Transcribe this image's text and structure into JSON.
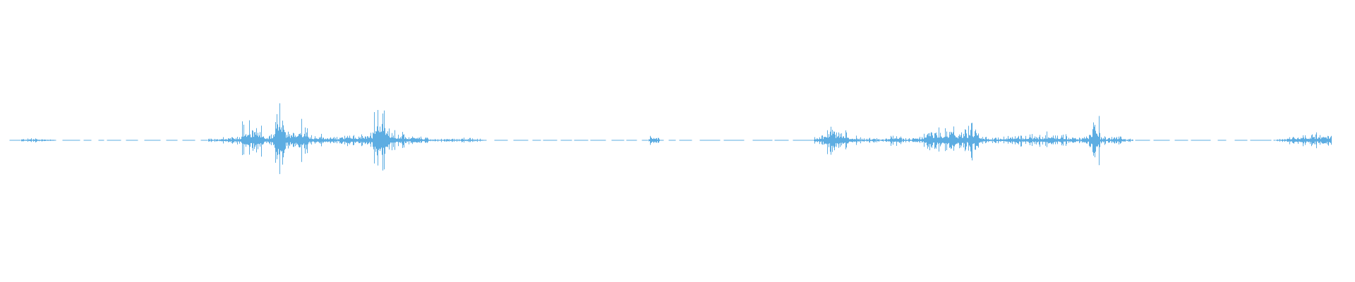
{
  "chart_data": {
    "type": "area",
    "kind": "audio-waveform",
    "title": "",
    "xlabel": "",
    "ylabel": "",
    "ylim": [
      -1,
      1
    ],
    "grid": false,
    "legend": "none",
    "color": "#5dade2",
    "background": "#ffffff",
    "envelope_bins": 120,
    "envelope": [
      0.005,
      0.015,
      0.015,
      0.01,
      0.004,
      0.004,
      0.004,
      0.004,
      0.004,
      0.004,
      0.004,
      0.004,
      0.004,
      0.004,
      0.004,
      0.004,
      0.004,
      0.004,
      0.01,
      0.02,
      0.03,
      0.12,
      0.1,
      0.03,
      0.25,
      0.05,
      0.15,
      0.04,
      0.04,
      0.02,
      0.05,
      0.05,
      0.04,
      0.3,
      0.1,
      0.05,
      0.03,
      0.03,
      0.01,
      0.015,
      0.01,
      0.02,
      0.01,
      0.004,
      0.004,
      0.004,
      0.004,
      0.004,
      0.004,
      0.004,
      0.004,
      0.004,
      0.004,
      0.004,
      0.004,
      0.004,
      0.004,
      0.004,
      0.03,
      0.004,
      0.004,
      0.004,
      0.004,
      0.004,
      0.004,
      0.004,
      0.004,
      0.004,
      0.004,
      0.004,
      0.004,
      0.004,
      0.004,
      0.03,
      0.12,
      0.09,
      0.03,
      0.02,
      0.015,
      0.01,
      0.05,
      0.015,
      0.02,
      0.09,
      0.08,
      0.09,
      0.07,
      0.12,
      0.03,
      0.02,
      0.03,
      0.04,
      0.04,
      0.04,
      0.06,
      0.04,
      0.03,
      0.02,
      0.15,
      0.02,
      0.04,
      0.01,
      0.004,
      0.004,
      0.004,
      0.004,
      0.004,
      0.004,
      0.004,
      0.004,
      0.004,
      0.004,
      0.004,
      0.004,
      0.004,
      0.01,
      0.04,
      0.05,
      0.05,
      0.05
    ]
  }
}
